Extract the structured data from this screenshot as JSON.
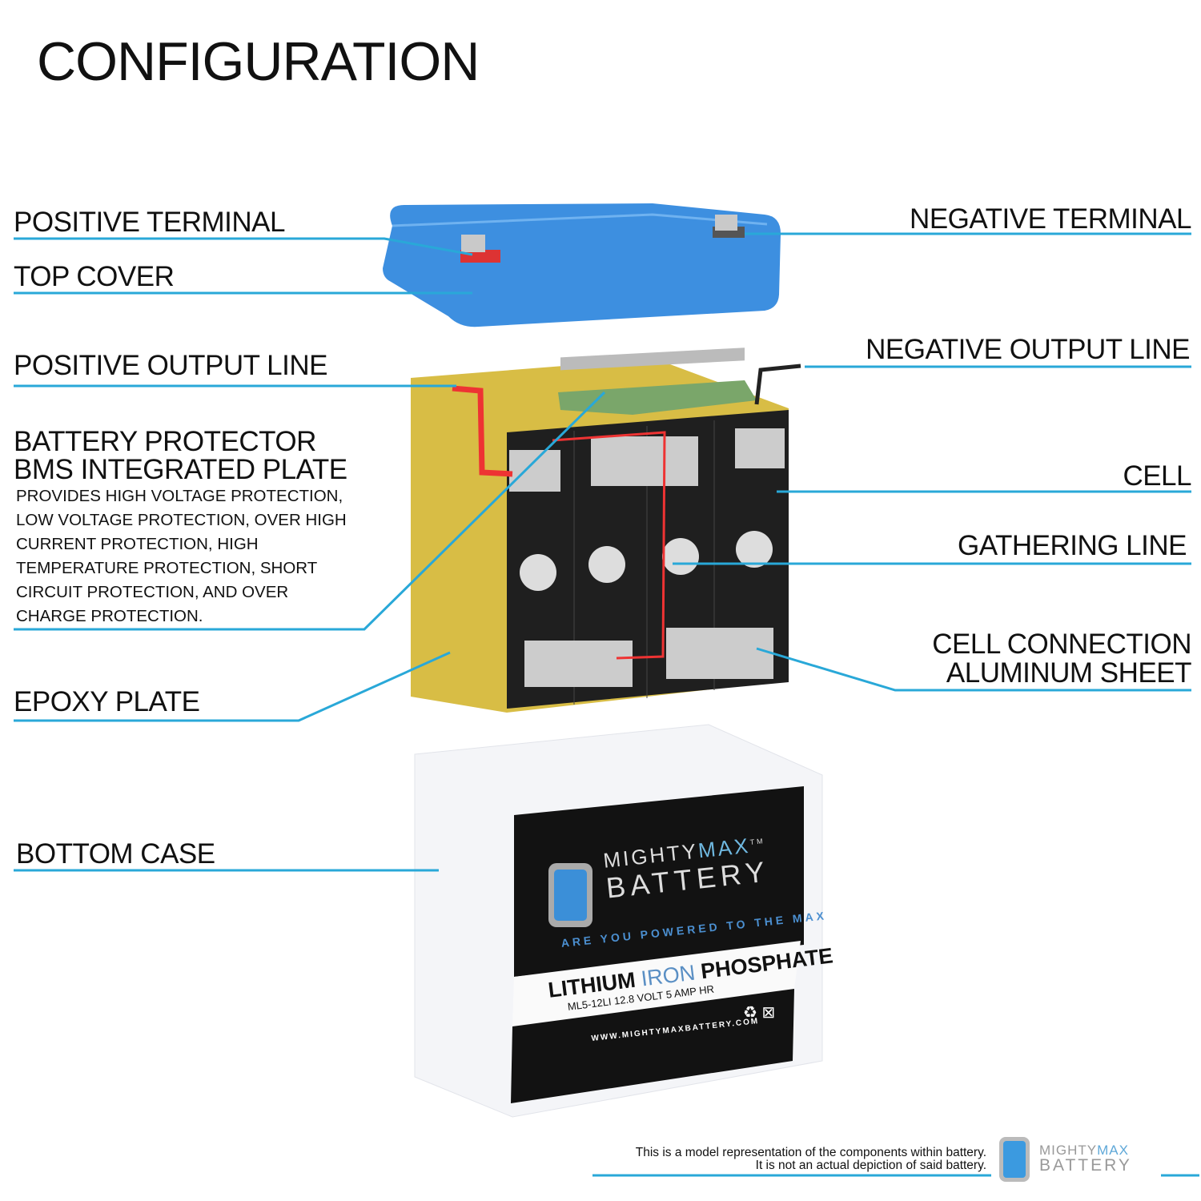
{
  "title": "CONFIGURATION",
  "labels_left": {
    "positive_terminal": "POSITIVE TERMINAL",
    "top_cover": "TOP COVER",
    "positive_output_line": "POSITIVE OUTPUT LINE",
    "battery_protector_line1": "BATTERY PROTECTOR",
    "battery_protector_line2": "BMS INTEGRATED PLATE",
    "battery_protector_desc": [
      "PROVIDES HIGH VOLTAGE PROTECTION,",
      "LOW VOLTAGE PROTECTION, OVER HIGH",
      "CURRENT PROTECTION, HIGH",
      "TEMPERATURE PROTECTION, SHORT",
      "CIRCUIT PROTECTION, AND OVER",
      "CHARGE PROTECTION."
    ],
    "epoxy_plate": "EPOXY PLATE",
    "bottom_case": "BOTTOM CASE"
  },
  "labels_right": {
    "negative_terminal": "NEGATIVE TERMINAL",
    "negative_output_line": "NEGATIVE OUTPUT LINE",
    "cell": "CELL",
    "gathering_line": "GATHERING LINE",
    "cell_connection_line1": "CELL CONNECTION",
    "cell_connection_line2": "ALUMINUM SHEET"
  },
  "product_label": {
    "brand_top": "MIGHTY",
    "brand_top_accent": "MAX",
    "brand_bottom": "BATTERY",
    "trademark": "TM",
    "slogan": "ARE YOU POWERED TO THE MAX",
    "chem_1": "LITHIUM",
    "chem_2": "IRON",
    "chem_3": "PHOSPHATE",
    "model": "ML5-12LI 12.8 VOLT 5 AMP HR",
    "website": "WWW.MIGHTYMAXBATTERY.COM"
  },
  "footer": {
    "disclaimer_1": "This is a model representation of the components within battery.",
    "disclaimer_2": "It is not an actual depiction of said battery.",
    "logo_top": "MIGHTY",
    "logo_accent": "MAX",
    "logo_bottom": "BATTERY"
  },
  "colors": {
    "leader_line": "#29a8d8",
    "top_cover": "#3d8fe0",
    "epoxy": "#d8bd45",
    "cell": "#1f1f1f",
    "accent": "#5fa8d8"
  }
}
